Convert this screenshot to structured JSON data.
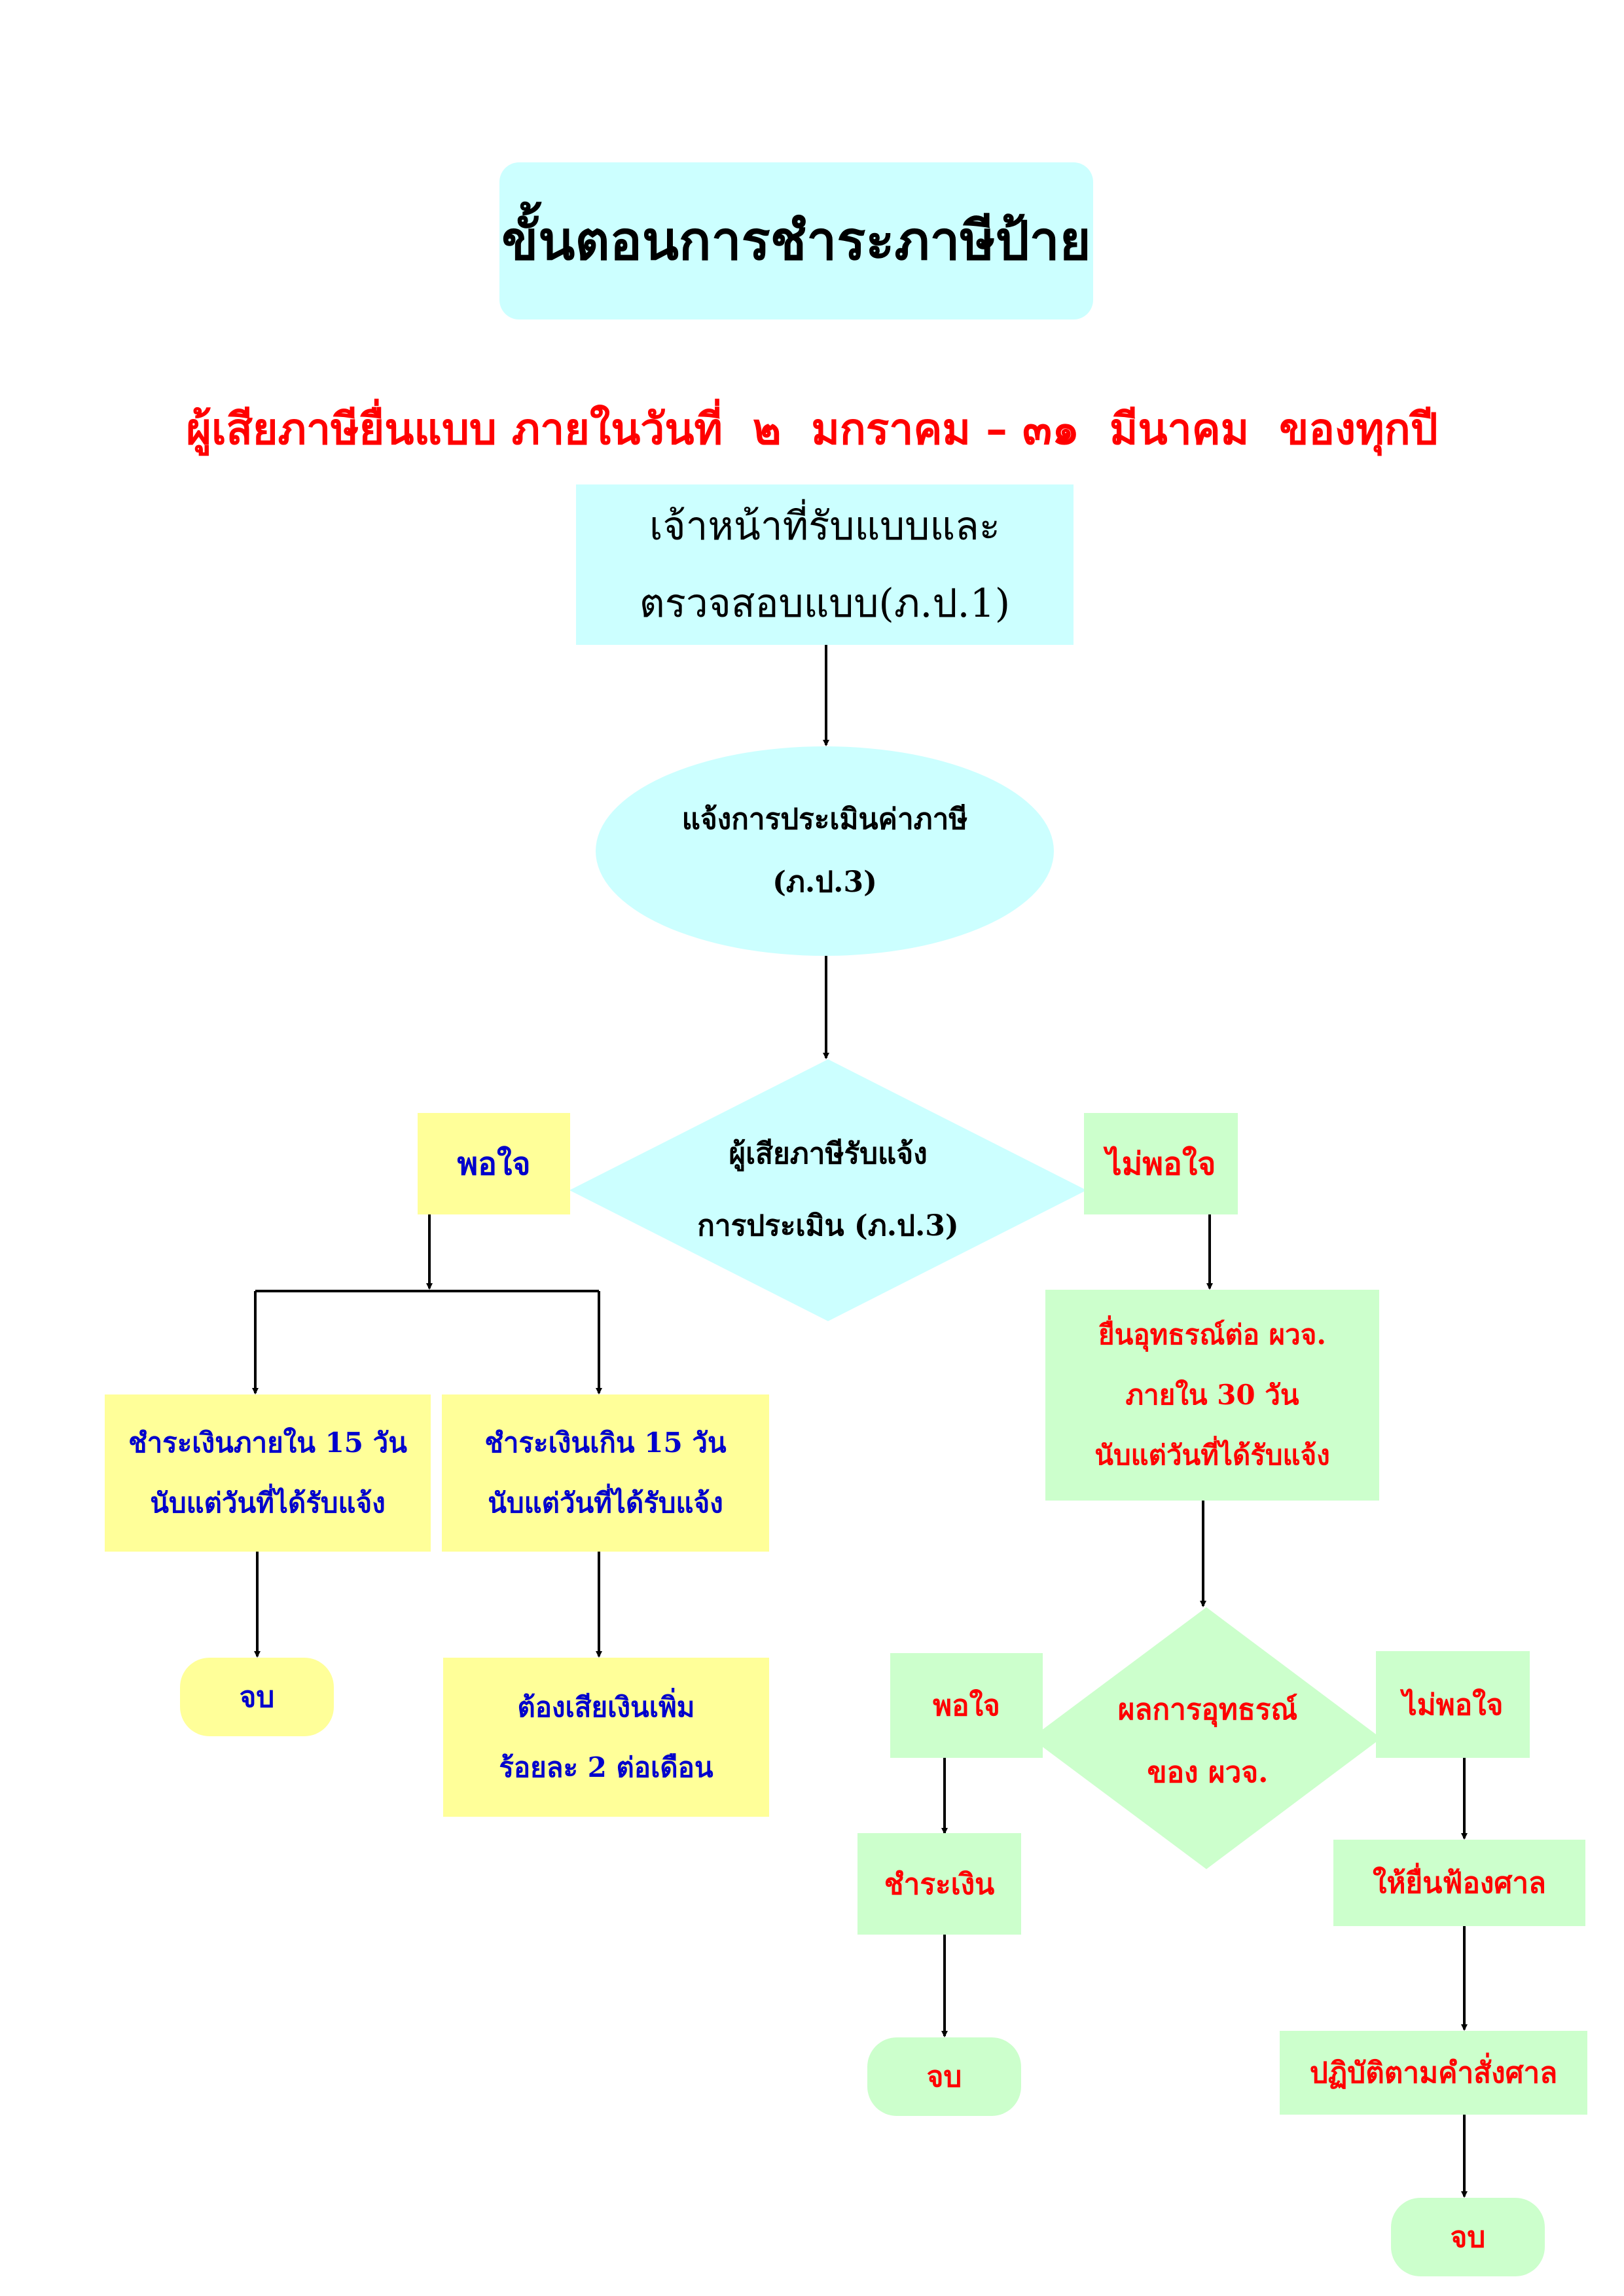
{
  "title": "ขั้นตอนการชำระภาษีป้าย",
  "subtitle": "ผู้เสียภาษียื่นแบบ ภายในวันที่  ๒  มกราคม – ๓๑  มีนาคม  ของทุกปี",
  "step_receive": {
    "line1": "เจ้าหน้าที่รับแบบและ",
    "line2": "ตรวจสอบแบบ(ภ.ป.1)"
  },
  "step_notify": {
    "line1": "แจ้งการประเมินค่าภาษี",
    "line2": "(ภ.ป.3)"
  },
  "decision_taxpayer": {
    "line1": "ผู้เสียภาษีรับแจ้ง",
    "line2": "การประเมิน (ภ.ป.3)"
  },
  "satisfied_label": "พอใจ",
  "dissatisfied_label": "ไม่พอใจ",
  "pay_within": {
    "line1": "ชำระเงินภายใน 15 วัน",
    "line2": "นับแต่วันที่ได้รับแจ้ง"
  },
  "pay_over": {
    "line1": "ชำระเงินเกิน 15 วัน",
    "line2": "นับแต่วันที่ได้รับแจ้ง"
  },
  "end_label": "จบ",
  "surcharge": {
    "line1": "ต้องเสียเงินเพิ่ม",
    "line2": "ร้อยละ 2  ต่อเดือน"
  },
  "appeal": {
    "line1": "ยื่นอุทธรณ์ต่อ ผวจ.",
    "line2": "ภายใน  30  วัน",
    "line3": "นับแต่วันที่ได้รับแจ้ง"
  },
  "decision_appeal": {
    "line1": "ผลการอุทธรณ์",
    "line2": "ของ ผวจ."
  },
  "appeal_satisfied_label": "พอใจ",
  "appeal_dissatisfied_label": "ไม่พอใจ",
  "pay_money": "ชำระเงิน",
  "file_suit": "ให้ยื่นฟ้องศาล",
  "court_order": "ปฏิบัติตามคำสั่งศาล",
  "colors": {
    "cyan_box": "#ccffff",
    "yellow_box": "#ffff99",
    "green_box": "#ccffcc",
    "red_text": "#ff0000",
    "blue_text": "#0000cc"
  }
}
